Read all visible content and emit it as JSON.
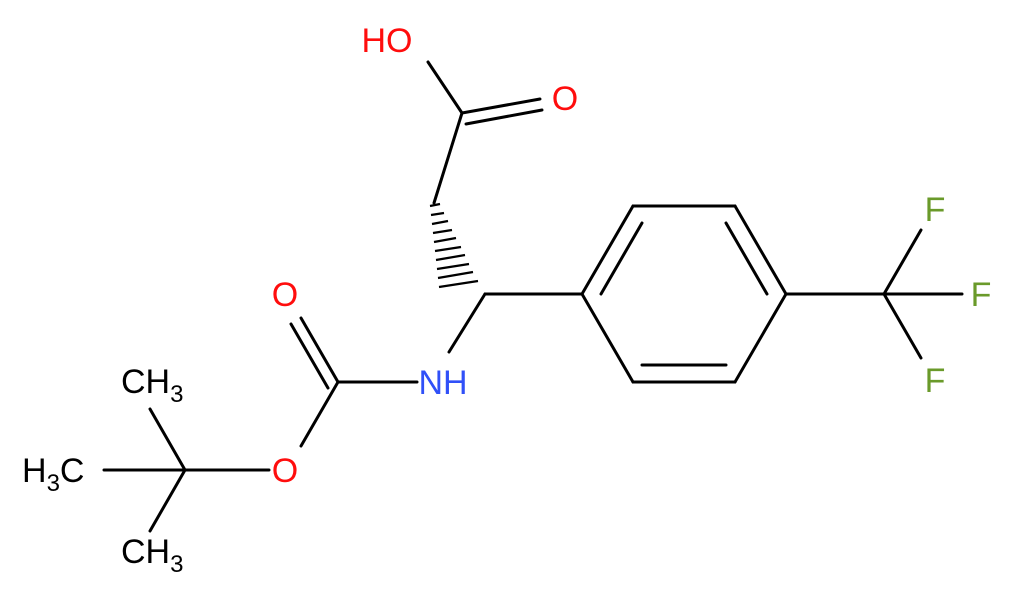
{
  "molecule": {
    "atoms": {
      "hydroxyl": "HO",
      "carbonyl_o_acid": "O",
      "carbonyl_o_boc": "O",
      "ester_o": "O",
      "amine": "NH",
      "fluorine_1": "F",
      "fluorine_2": "F",
      "fluorine_3": "F",
      "methyl_top": {
        "main": "CH",
        "sub": "3"
      },
      "methyl_left": {
        "main": "H",
        "sub": "3",
        "tail": "C"
      },
      "methyl_bottom": {
        "main": "CH",
        "sub": "3"
      }
    },
    "colors": {
      "bond": "#000000",
      "oxygen": "#ff0d0d",
      "nitrogen": "#3050f8",
      "fluorine": "#6a9a2a",
      "carbon": "#000000"
    }
  }
}
